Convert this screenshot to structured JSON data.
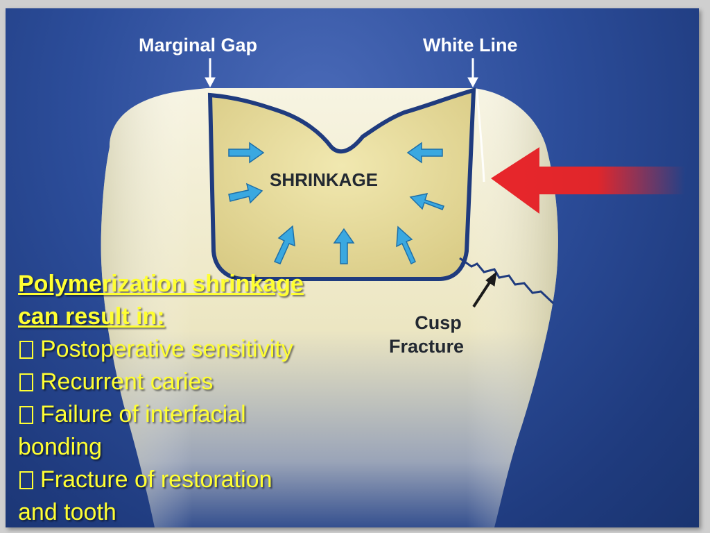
{
  "labels": {
    "marginal_gap": "Marginal Gap",
    "white_line": "White Line",
    "shrinkage": "SHRINKAGE",
    "cusp_fracture_line1": "Cusp",
    "cusp_fracture_line2": "Fracture"
  },
  "text_panel": {
    "heading_line1": "Polymerization shrinkage",
    "heading_line2": "can result in:",
    "bullets": [
      "Postoperative sensitivity",
      "Recurrent caries",
      "Failure of interfacial",
      "Fracture of restoration"
    ],
    "continuations": {
      "bullet_3": "bonding",
      "bullet_4": "and tooth"
    }
  },
  "icons": {
    "bullet": "square-bullet-icon",
    "shrinkage_arrow": "blue-inward-arrow-icon",
    "force_arrow": "red-force-arrow-icon",
    "pointer_arrow": "black-pointer-arrow-icon"
  },
  "colors": {
    "background": "#2c4d9a",
    "text_highlight": "#ffff33",
    "shrinkage_arrow": "#3aa8e0",
    "force_arrow": "#e0262b",
    "restoration": "#e8dc98",
    "tooth": "#f3f0d8"
  }
}
